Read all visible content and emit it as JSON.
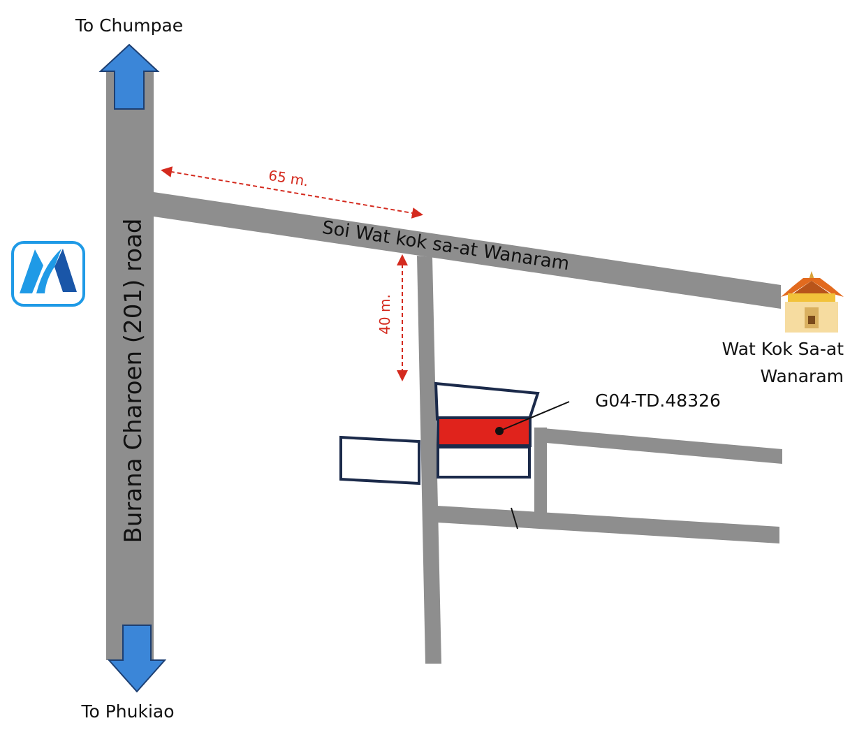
{
  "labels": {
    "north": "To Chumpae",
    "south": "To Phukiao",
    "main_road": "Burana Charoen (201) road",
    "soi": "Soi Wat kok sa-at Wanaram",
    "temple_line1": "Wat Kok Sa-at",
    "temple_line2": "Wanaram",
    "plot_id": "G04-TD.48326",
    "dist_horizontal": "65 m.",
    "dist_vertical": "40 m."
  },
  "colors": {
    "road": "#8e8e8e",
    "arrow": "#3b86d8",
    "plot_highlight": "#e0231c",
    "plot_outline": "#1b2a4a",
    "distance": "#d42a1e",
    "logo_light": "#1f9ae6",
    "logo_dark": "#1a56a8"
  }
}
